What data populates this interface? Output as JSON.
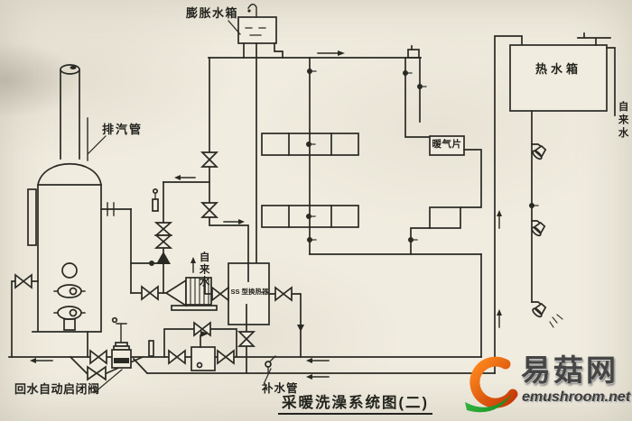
{
  "labels": {
    "expansion_tank": "膨胀水箱",
    "exhaust_pipe": "排汽管",
    "hot_water_tank": "热水箱",
    "tap_water_right": "自来水",
    "radiator": "暖气片",
    "tap_water_middle": "自来水",
    "heat_exchanger": "SS 型换热器",
    "return_auto_valve": "回水自动启闭阀",
    "makeup_pipe": "补水管"
  },
  "title": "采暖洗澡系统图(二)",
  "logo": {
    "name": "易菇网",
    "domain": "emushroom.net"
  },
  "colors": {
    "ink": "#2a2a24",
    "paper": "#f0ecdf",
    "logo_orange": "#e8500e",
    "logo_orange_dark": "#c43705",
    "logo_green": "#1fa12e",
    "logo_text": "#454545"
  }
}
